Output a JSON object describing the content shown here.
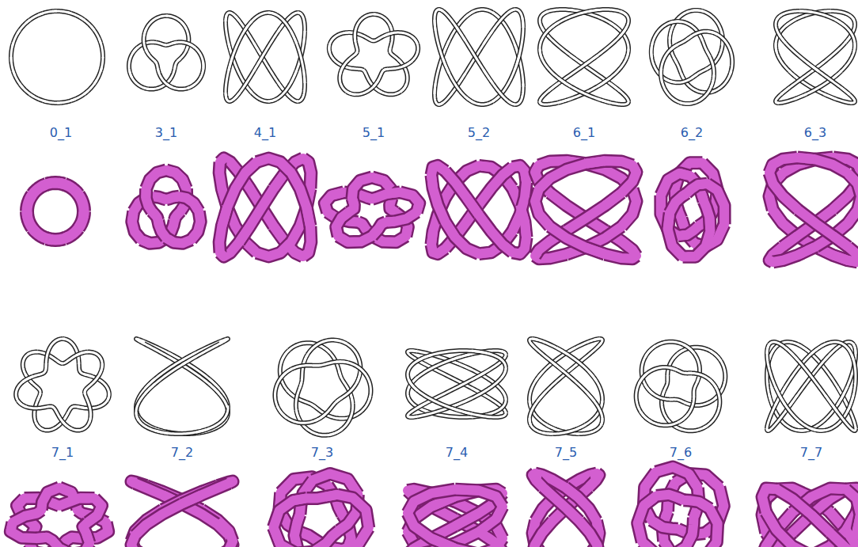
{
  "diagram": {
    "labels": [
      "0_1",
      "3_1",
      "4_1",
      "5_1",
      "5_2",
      "6_1",
      "6_2",
      "6_3",
      "7_1",
      "7_2",
      "7_3",
      "7_4",
      "7_5",
      "7_6",
      "7_7"
    ]
  }
}
